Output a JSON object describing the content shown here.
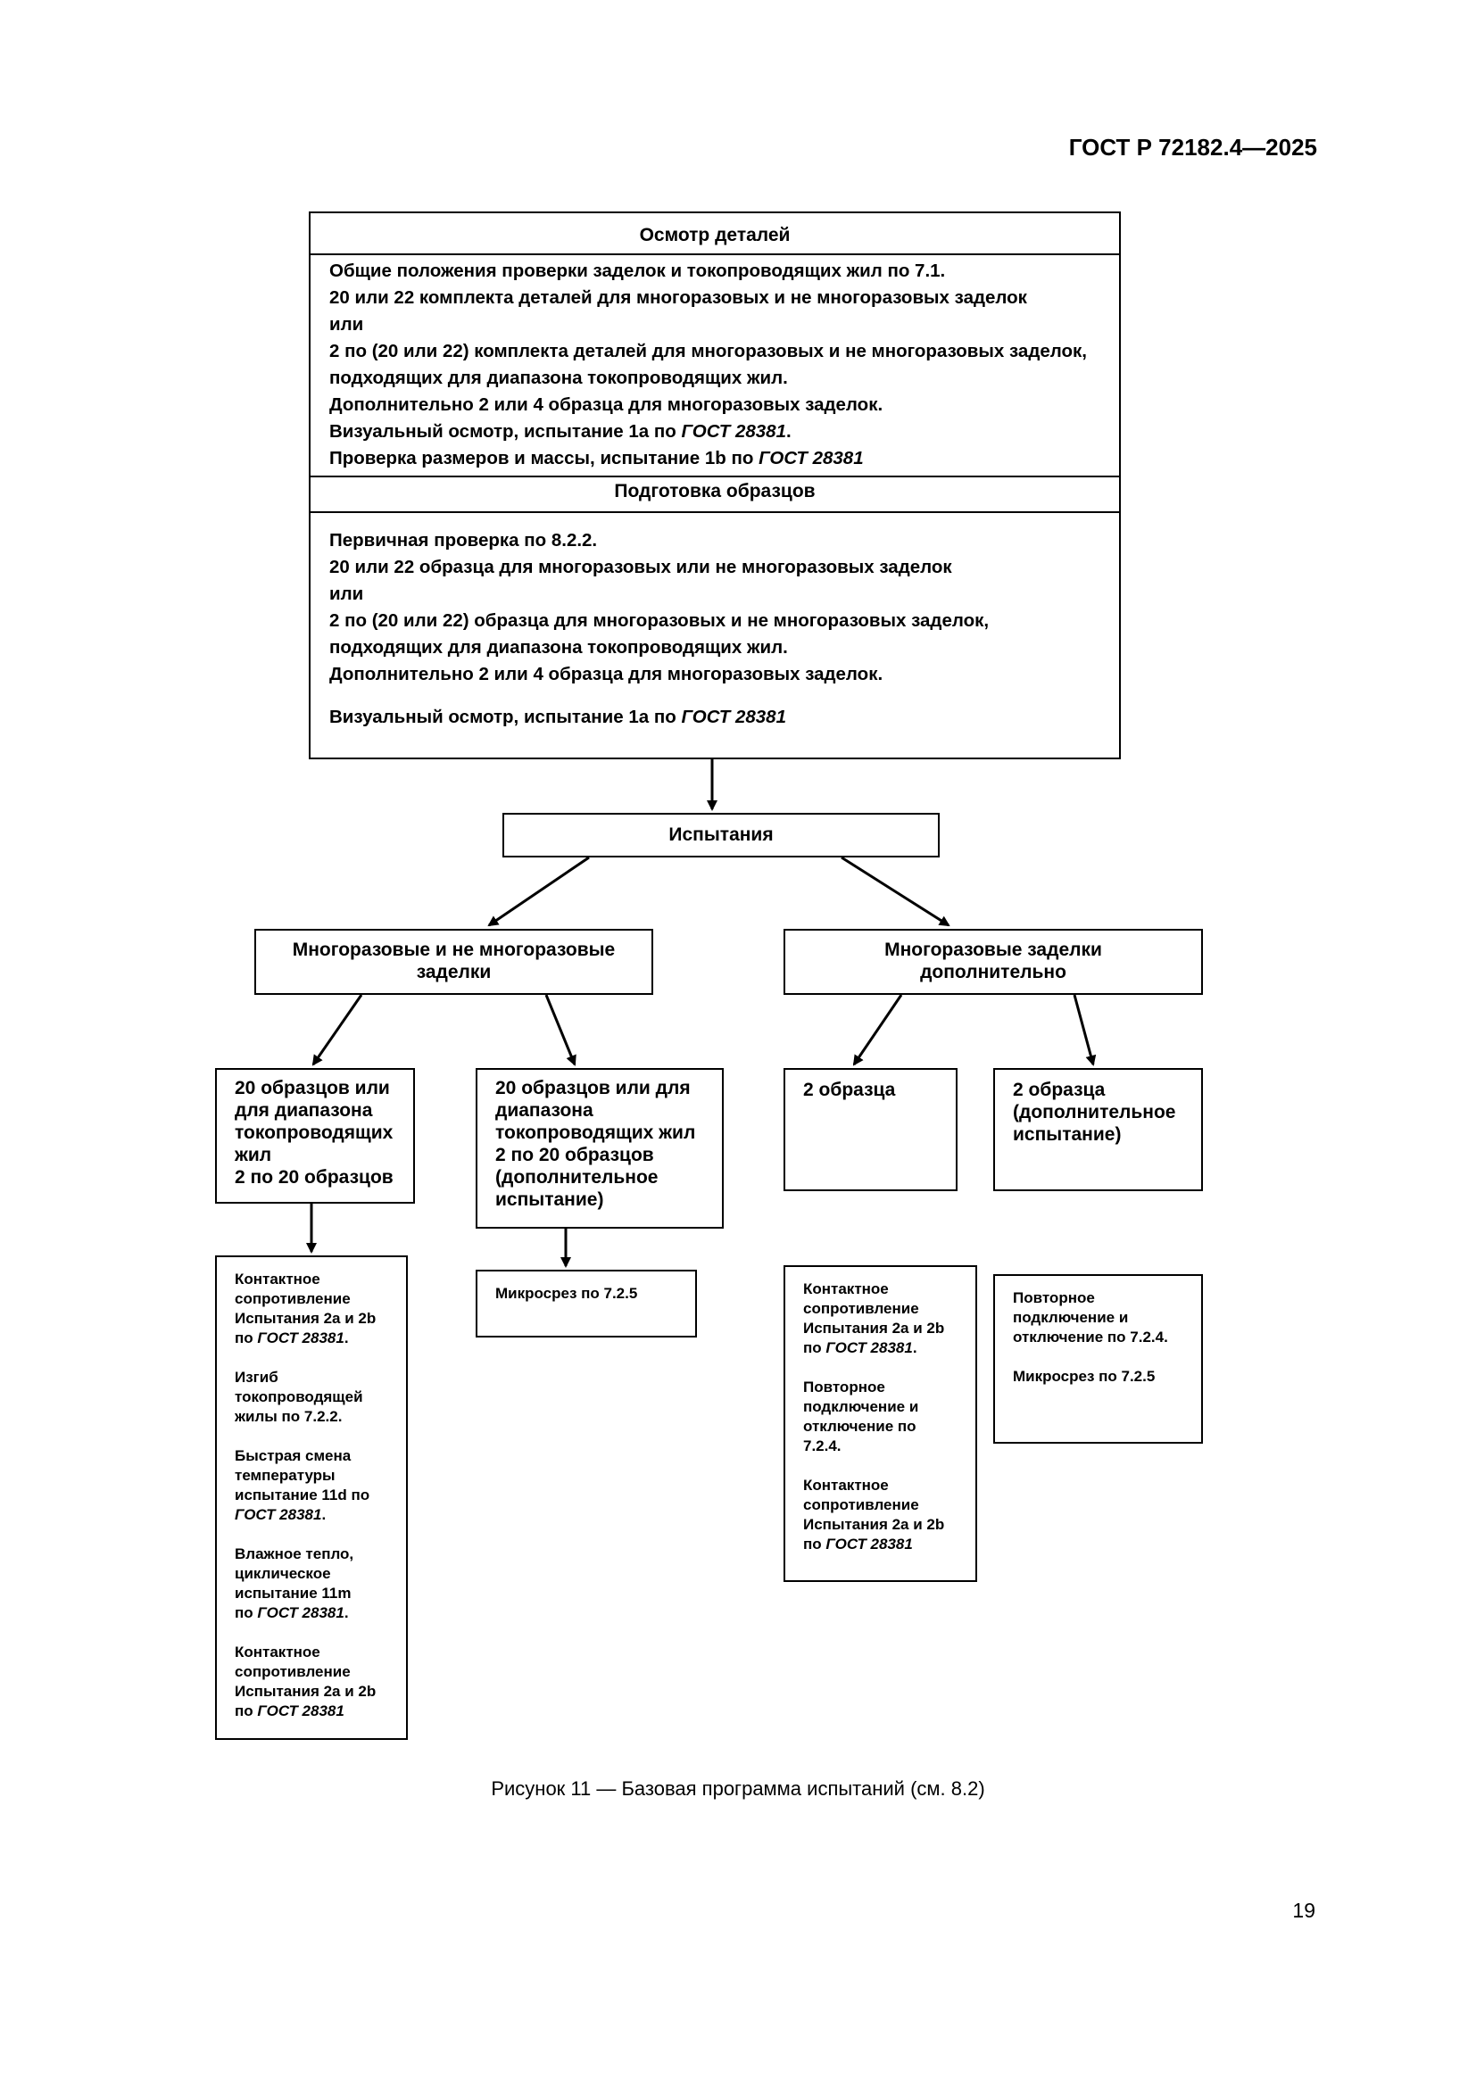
{
  "header": {
    "doc_code": "ГОСТ Р 72182.4—2025"
  },
  "inspection": {
    "title": "Осмотр деталей",
    "lines": [
      "Общие положения проверки заделок и токопроводящих жил по 7.1.",
      "20 или 22 комплекта деталей для многоразовых и не многоразовых заделок",
      "или",
      "2 по (20 или 22) комплекта деталей для многоразовых и не многоразовых заделок,",
      "подходящих для диапазона токопроводящих жил.",
      "Дополнительно 2 или 4 образца для многоразовых заделок."
    ],
    "visual_prefix": "Визуальный осмотр, испытание 1a по ",
    "visual_ref": "ГОСТ 28381",
    "visual_suffix": ".",
    "dims_prefix": "Проверка размеров и массы, испытание 1b по ",
    "dims_ref": "ГОСТ 28381"
  },
  "preparation": {
    "title": "Подготовка образцов",
    "lines": [
      "Первичная проверка по 8.2.2.",
      "20 или 22 образца для многоразовых или не многоразовых заделок",
      "или",
      "2 по (20 или 22) образца для многоразовых и не многоразовых заделок,",
      "подходящих для диапазона токопроводящих жил.",
      "Дополнительно 2 или 4 образца для многоразовых заделок."
    ],
    "visual_prefix": "Визуальный осмотр, испытание 1a по ",
    "visual_ref": "ГОСТ 28381"
  },
  "tests": {
    "title": "Испытания"
  },
  "branch_left": {
    "title": "Многоразовые и не многоразовые\nзаделки"
  },
  "branch_right": {
    "title": "Многоразовые заделки\nдополнительно"
  },
  "samples": {
    "a": "20 образцов или\nдля диапазона\nтокопроводящих\nжил\n2 по 20 образцов",
    "b": "20 образцов или для\nдиапазона\nтокопроводящих жил\n2 по 20 образцов\n(дополнительное\nиспытание)",
    "c": "2 образца",
    "d": "2 образца\n(дополнительное\nиспытание)"
  },
  "detail_a": {
    "p1": "Контактное\nсопротивление\nИспытания 2a и 2b\nпо ",
    "p1_ref": "ГОСТ 28381",
    "p1_end": ".",
    "p2": "Изгиб\nтокопроводящей\nжилы по 7.2.2.",
    "p3": "Быстрая смена\nтемпературы\nиспытание 11d по\n",
    "p3_ref": "ГОСТ 28381",
    "p3_end": ".",
    "p4": "Влажное тепло,\nциклическое\nиспытание 11m\nпо ",
    "p4_ref": "ГОСТ 28381",
    "p4_end": ".",
    "p5": "Контактное\nсопротивление\nИспытания 2a и 2b\nпо ",
    "p5_ref": "ГОСТ 28381"
  },
  "detail_b": {
    "text": "Микросрез по 7.2.5"
  },
  "detail_c": {
    "p1": "Контактное\nсопротивление\nИспытания 2a и 2b\nпо ",
    "p1_ref": "ГОСТ 28381",
    "p1_end": ".",
    "p2": "Повторное\nподключение и\nотключение по\n7.2.4.",
    "p3": "Контактное\nсопротивление\nИспытания 2a и 2b\nпо ",
    "p3_ref": "ГОСТ 28381"
  },
  "detail_d": {
    "p1": "Повторное\nподключение и\nотключение по 7.2.4.",
    "p2": "Микросрез по 7.2.5"
  },
  "caption": "Рисунок 11 — Базовая программа испытаний (см. 8.2)",
  "page_number": "19"
}
